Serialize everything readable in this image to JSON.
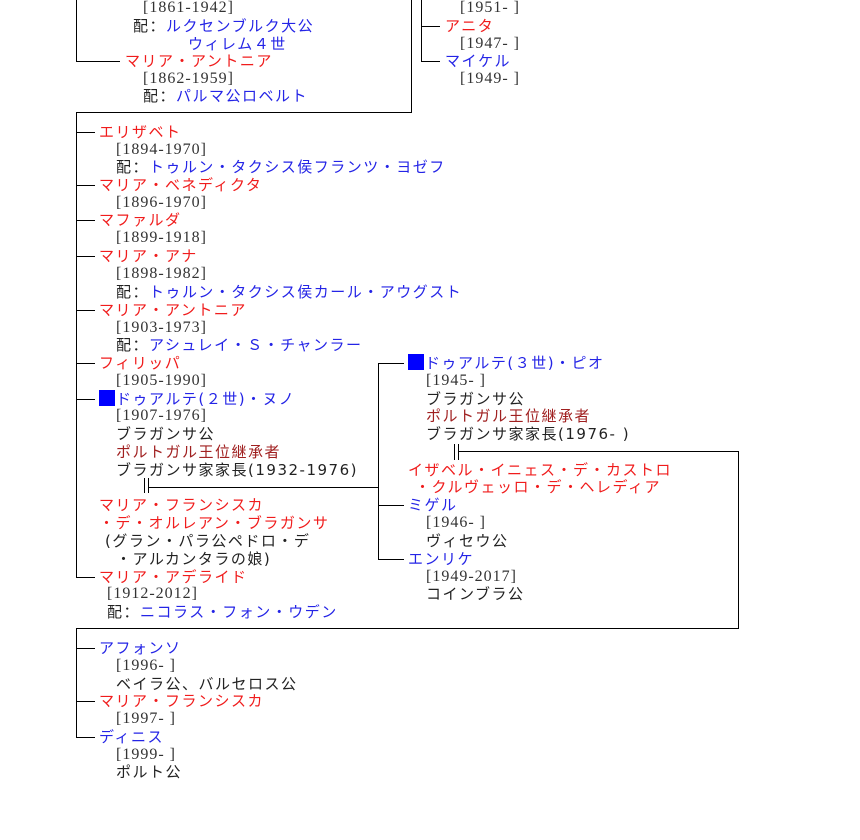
{
  "top_left": {
    "dates1": "[1861-1942]",
    "spouse_prefix": "配：",
    "spouse1_a": "ルクセンブルク大公",
    "spouse1_b": "ウィレム４世",
    "name2": "マリア・アントニア",
    "dates2": "[1862-1959]",
    "spouse2": "パルマ公ロベルト"
  },
  "top_right": {
    "dates1": "[1951- ]",
    "name2": "アニタ",
    "dates2": "[1947- ]",
    "name3": "マイケル",
    "dates3": "[1949- ]"
  },
  "children": [
    {
      "name": "エリザベト",
      "dates": "[1894-1970]",
      "spouse": "トゥルン・タクシス侯フランツ・ヨゼフ"
    },
    {
      "name": "マリア・ベネディクタ",
      "dates": "[1896-1970]"
    },
    {
      "name": "マファルダ",
      "dates": "[1899-1918]"
    },
    {
      "name": "マリア・アナ",
      "dates": "[1898-1982]",
      "spouse": "トゥルン・タクシス侯カール・アウグスト"
    },
    {
      "name": "マリア・アントニア",
      "dates": "[1903-1973]",
      "spouse": "アシュレイ・Ｓ・チャンラー"
    },
    {
      "name": "フィリッパ",
      "dates": "[1905-1990]"
    },
    {
      "name": "ドゥアルテ(２世)・ヌノ",
      "dates": "[1907-1976]",
      "title1": "ブラガンサ公",
      "title2": "ポルトガル王位継承者",
      "title3": "ブラガンサ家家長(1932-1976)"
    },
    {
      "name": "マリア・アデライド",
      "dates": "[1912-2012]",
      "spouse": "ニコラス・フォン・ウデン"
    }
  ],
  "duarte2_wife": {
    "name_a": "マリア・フランシスカ",
    "name_b": "・デ・オルレアン・ブラガンサ",
    "note_a": "(グラン・パラ公ペドロ・デ",
    "note_b": "・アルカンタラの娘)"
  },
  "gen2": [
    {
      "name": "ドゥアルテ(３世)・ピオ",
      "dates": "[1945- ]",
      "title1": "ブラガンサ公",
      "title2": "ポルトガル王位継承者",
      "title3": "ブラガンサ家家長(1976- )"
    },
    {
      "name": "ミゲル",
      "dates": "[1946- ]",
      "title1": "ヴィセウ公"
    },
    {
      "name": "エンリケ",
      "dates": "[1949-2017]",
      "title1": "コインブラ公"
    }
  ],
  "duarte3_wife": {
    "name_a": "イザベル・イニェス・デ・カストロ",
    "name_b": "・クルヴェッロ・デ・ヘレディア"
  },
  "gen3": [
    {
      "name": "アフォンソ",
      "dates": "[1996- ]",
      "title1": "ベイラ公、バルセロス公"
    },
    {
      "name": "マリア・フランシスカ",
      "dates": "[1997- ]"
    },
    {
      "name": "ディニス",
      "dates": "[1999- ]",
      "title1": "ポルト公"
    }
  ],
  "spouse_prefix": "配：",
  "marriage_symbol": "‖",
  "colors": {
    "female": "#f01c1c",
    "male": "#2424e6",
    "heir": "#a02020",
    "marker": "#0000ff"
  }
}
